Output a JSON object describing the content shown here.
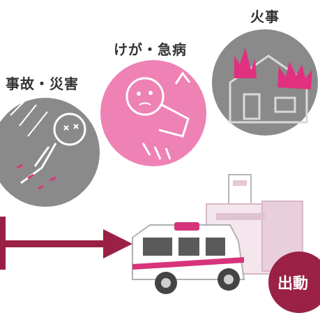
{
  "labels": {
    "fire": "火事",
    "injury_illness": "けが・急病",
    "accident_disaster": "事故・災害"
  },
  "badge": {
    "text": "出動"
  },
  "icons": [
    "fire-house-icon",
    "injured-person-icon",
    "accident-victim-icon",
    "fire-station-icon",
    "ambulance-icon",
    "arrow-right-icon"
  ],
  "colors": {
    "gray_circle": "#8a8a8a",
    "pink_circle": "#ee82b4",
    "magenta": "#d6337a",
    "arrow": "#9a2145",
    "badge": "#9a2145",
    "text": "#333333"
  }
}
